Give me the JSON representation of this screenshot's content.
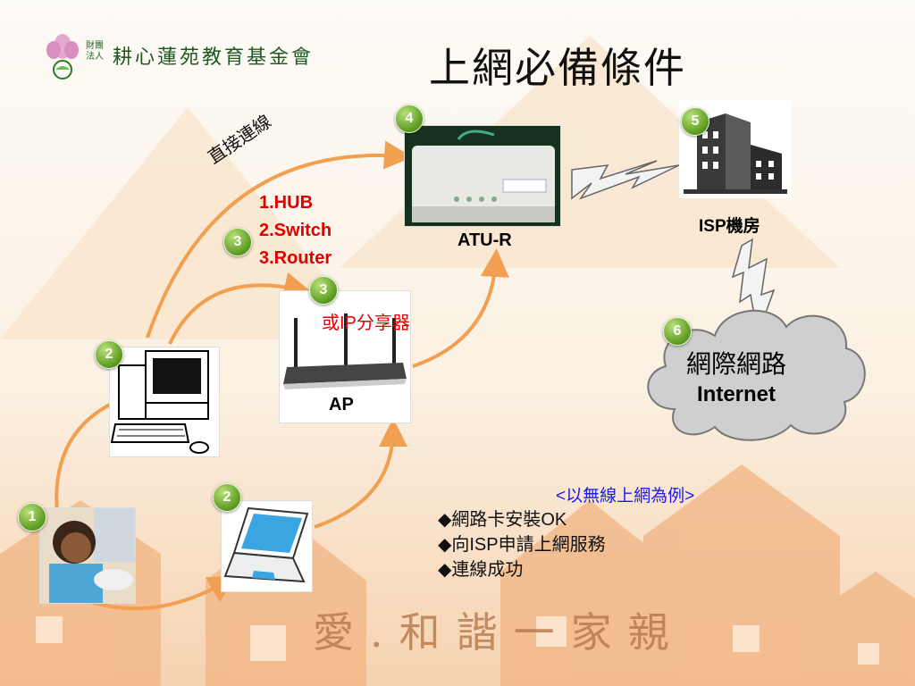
{
  "title": "上網必備條件",
  "logo": {
    "small_text": "財團法人",
    "main_text": "耕心蓮苑教育基金會"
  },
  "badges": [
    "1",
    "2",
    "2",
    "3",
    "3",
    "4",
    "5",
    "6"
  ],
  "labels": {
    "direct_connection": "直接連線",
    "devices_list": [
      "1.HUB",
      "2.Switch",
      "3.Router"
    ],
    "ip_sharer": "或IP分享器",
    "ap": "AP",
    "atu_r": "ATU-R",
    "isp_room": "ISP機房",
    "internet_zh": "網際網路",
    "internet_en": "Internet"
  },
  "example": {
    "heading": "<以無線上網為例>",
    "items": [
      "◆網路卡安裝OK",
      "◆向ISP申請上網服務",
      "◆連線成功"
    ]
  },
  "footer_calligraphy": "愛.和諧一家親",
  "colors": {
    "arrow": "#f0a050",
    "badge": "#5a9a1e",
    "accent_red": "#e10000",
    "accent_blue": "#1a1aee"
  }
}
